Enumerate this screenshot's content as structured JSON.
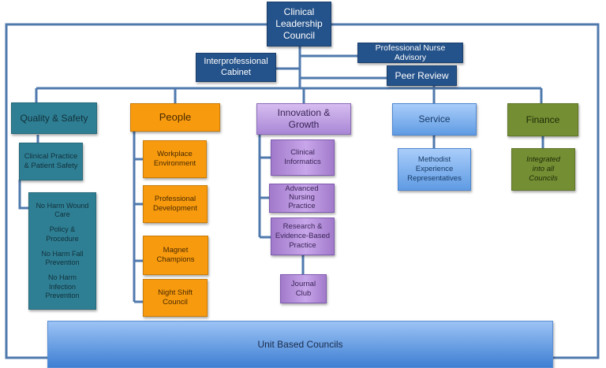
{
  "diagram": {
    "type": "organizational-chart",
    "top": {
      "clinical_leadership_council": "Clinical Leadership Council",
      "interprofessional_cabinet": "Interprofessional Cabinet",
      "professional_nurse_advisory": "Professional Nurse Advisory",
      "peer_review": "Peer Review"
    },
    "councils": {
      "quality_safety": {
        "title": "Quality & Safety",
        "sub": "Clinical Practice & Patient Safety",
        "items": [
          "No Harm Wound Care",
          "Policy & Procedure",
          "No Harm Fall Prevention",
          "No Harm Infection Prevention"
        ]
      },
      "people": {
        "title": "People",
        "items": [
          "Workplace Environment",
          "Professional Development",
          "Magnet Champions",
          "Night Shift Council"
        ]
      },
      "innovation": {
        "title": "Innovation & Growth",
        "items": [
          "Clinical Informatics",
          "Advanced Nursing Practice",
          "Research & Evidence-Based Practice"
        ],
        "sub_item": "Journal Club"
      },
      "service": {
        "title": "Service",
        "items": [
          "Methodist Experience Representatives"
        ]
      },
      "finance": {
        "title": "Finance",
        "items": [
          "Integrated into all Councils"
        ]
      }
    },
    "bottom": "Unit Based Councils"
  }
}
